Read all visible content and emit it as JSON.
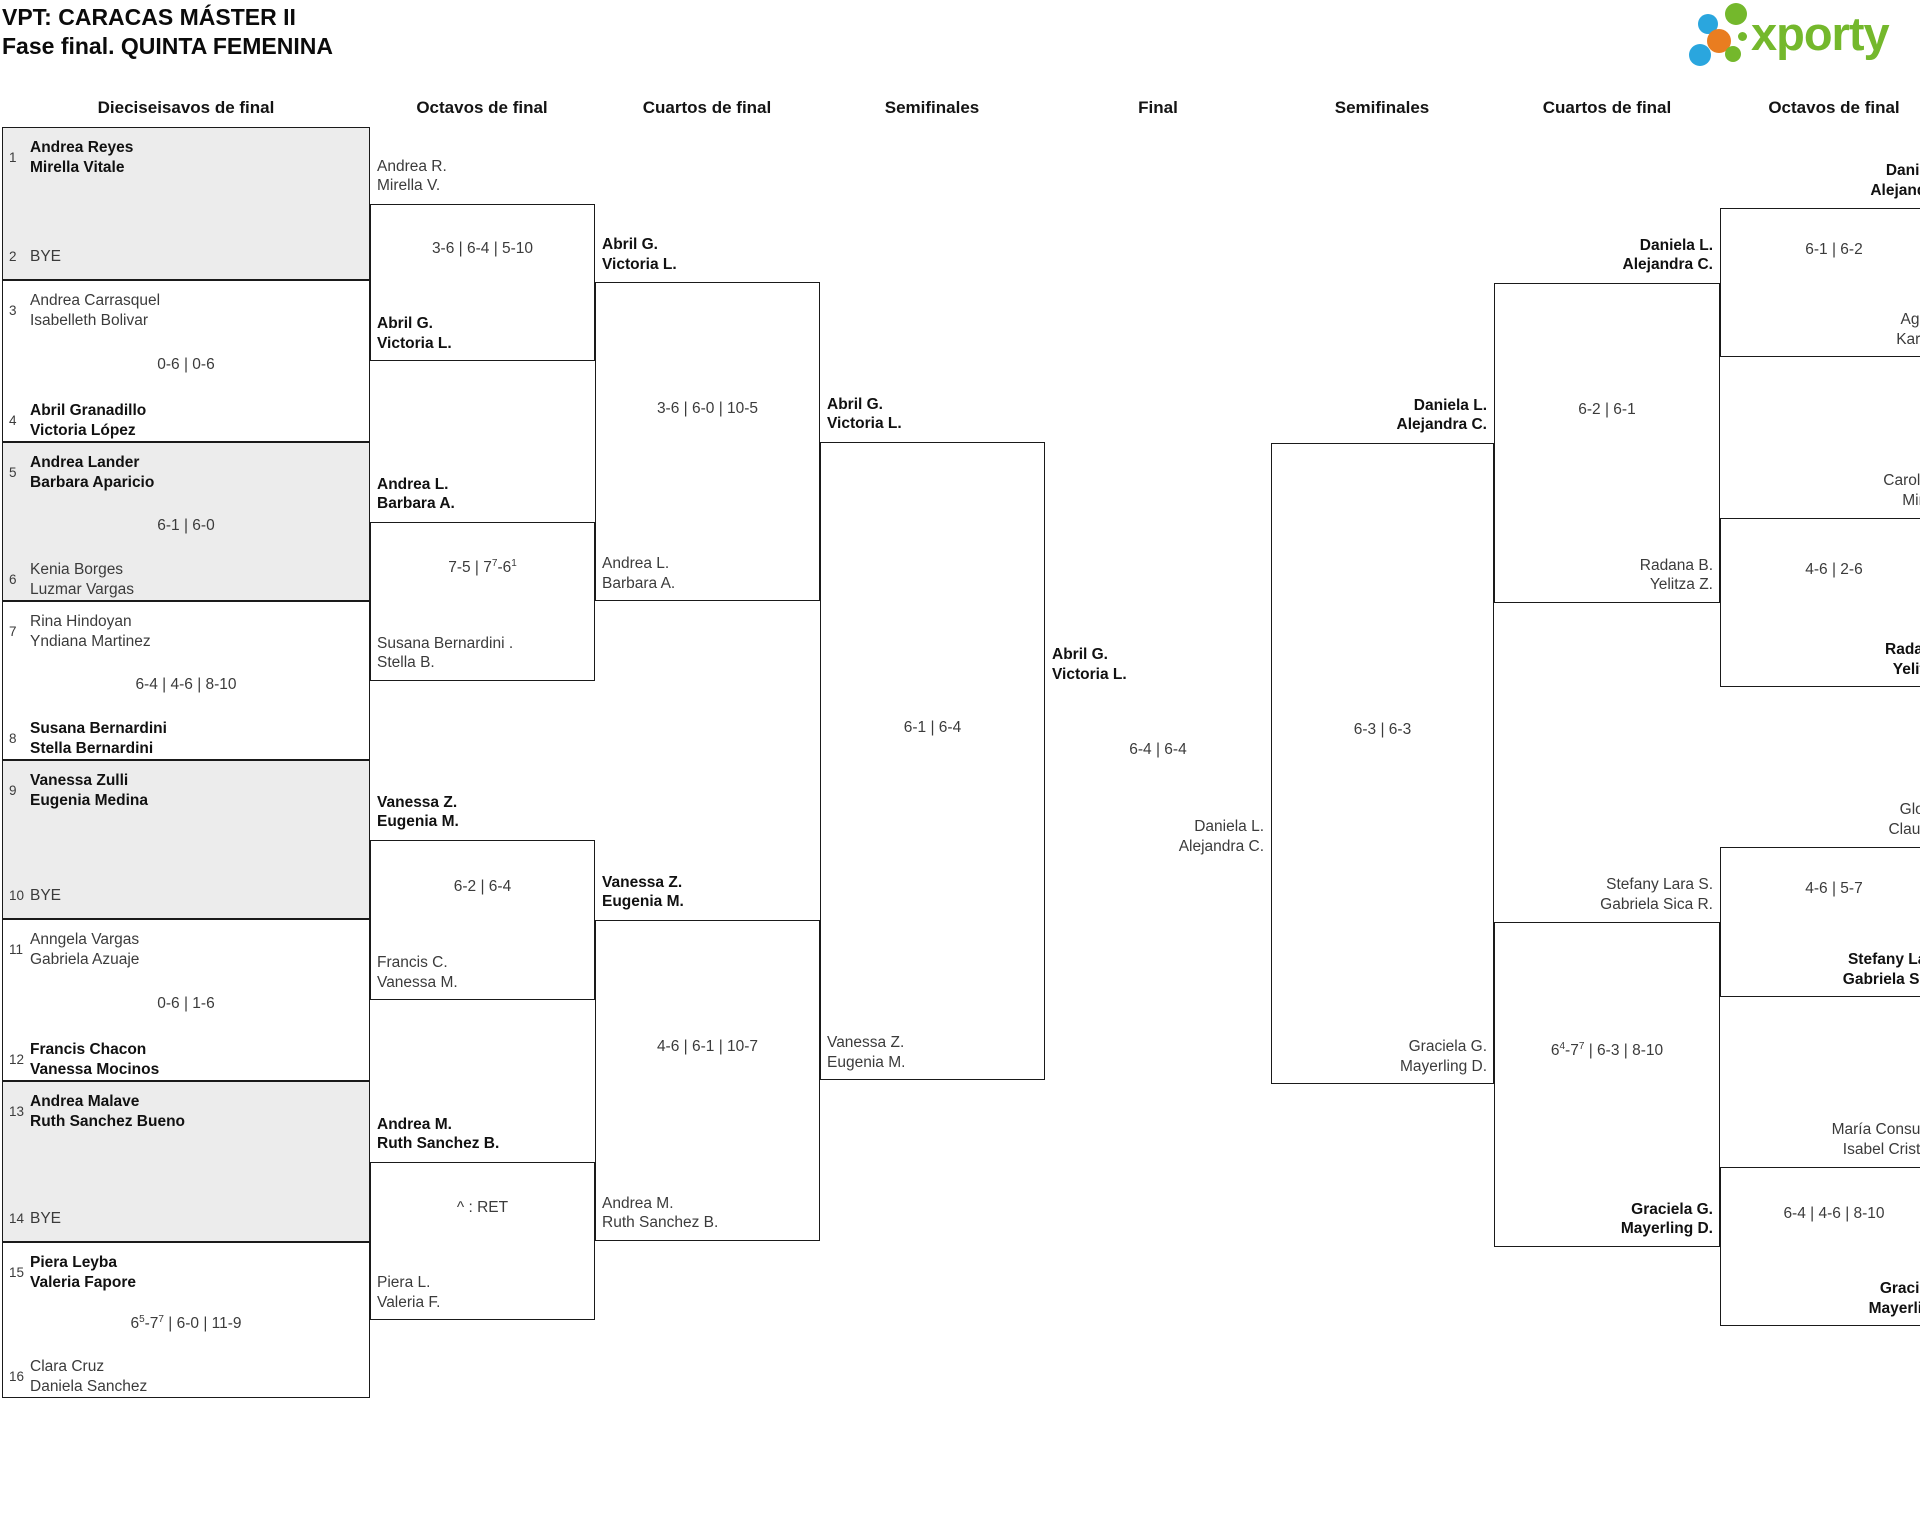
{
  "title": {
    "line1": "VPT: CARACAS MÁSTER II",
    "line2": "Fase final. QUINTA FEMENINA"
  },
  "logo": {
    "text": "xporty"
  },
  "colors": {
    "green": "#74b82c",
    "blue": "#2aa6de",
    "orange": "#e97d20",
    "shade": "#ececec",
    "line": "#1a1a1a"
  },
  "rounds": [
    "Dieciseisavos de final",
    "Octavos de final",
    "Cuartos de final",
    "Semifinales",
    "Final",
    "Semifinales",
    "Cuartos de final",
    "Octavos de final"
  ],
  "round_of_16": [
    {
      "seed_a": "1",
      "team_a": [
        "Andrea Reyes",
        "Mirella Vitale"
      ],
      "winner_a": true,
      "seed_b": "2",
      "team_b": [
        "BYE"
      ],
      "winner_b": false,
      "score": "",
      "shaded": true
    },
    {
      "seed_a": "3",
      "team_a": [
        "Andrea Carrasquel",
        "Isabelleth Bolivar"
      ],
      "winner_a": false,
      "seed_b": "4",
      "team_b": [
        "Abril Granadillo",
        "Victoria López"
      ],
      "winner_b": true,
      "score": "0-6 | 0-6",
      "shaded": false
    },
    {
      "seed_a": "5",
      "team_a": [
        "Andrea Lander",
        "Barbara Aparicio"
      ],
      "winner_a": true,
      "seed_b": "6",
      "team_b": [
        "Kenia Borges",
        "Luzmar Vargas"
      ],
      "winner_b": false,
      "score": "6-1 | 6-0",
      "shaded": true
    },
    {
      "seed_a": "7",
      "team_a": [
        "Rina Hindoyan",
        "Yndiana Martinez"
      ],
      "winner_a": false,
      "seed_b": "8",
      "team_b": [
        "Susana Bernardini",
        "Stella Bernardini"
      ],
      "winner_b": true,
      "score": "6-4 | 4-6 | 8-10",
      "shaded": false
    },
    {
      "seed_a": "9",
      "team_a": [
        "Vanessa Zulli",
        "Eugenia Medina"
      ],
      "winner_a": true,
      "seed_b": "10",
      "team_b": [
        "BYE"
      ],
      "winner_b": false,
      "score": "",
      "shaded": true
    },
    {
      "seed_a": "11",
      "team_a": [
        "Anngela Vargas",
        "Gabriela Azuaje"
      ],
      "winner_a": false,
      "seed_b": "12",
      "team_b": [
        "Francis Chacon",
        "Vanessa Mocinos"
      ],
      "winner_b": true,
      "score": "0-6 | 1-6",
      "shaded": false
    },
    {
      "seed_a": "13",
      "team_a": [
        "Andrea Malave",
        "Ruth Sanchez Bueno"
      ],
      "winner_a": true,
      "seed_b": "14",
      "team_b": [
        "BYE"
      ],
      "winner_b": false,
      "score": "",
      "shaded": true
    },
    {
      "seed_a": "15",
      "team_a": [
        "Piera Leyba",
        "Valeria Fapore"
      ],
      "winner_a": true,
      "seed_b": "16",
      "team_b": [
        "Clara Cruz",
        "Daniela Sanchez"
      ],
      "winner_b": false,
      "score": "6^5-7^7 | 6-0 | 11-9",
      "shaded": false
    }
  ],
  "octavos_left": [
    {
      "team_a": [
        "Andrea R.",
        "Mirella V."
      ],
      "winner_a": false,
      "team_b": [
        "Abril G.",
        "Victoria L."
      ],
      "winner_b": true,
      "score": "3-6 | 6-4 | 5-10"
    },
    {
      "team_a": [
        "Andrea L.",
        "Barbara A."
      ],
      "winner_a": true,
      "team_b": [
        "Susana Bernardini .",
        "Stella B."
      ],
      "winner_b": false,
      "score": "7-5 | 7^7-6^1"
    },
    {
      "team_a": [
        "Vanessa Z.",
        "Eugenia M."
      ],
      "winner_a": true,
      "team_b": [
        "Francis C.",
        "Vanessa M."
      ],
      "winner_b": false,
      "score": "6-2 | 6-4"
    },
    {
      "team_a": [
        "Andrea M.",
        "Ruth Sanchez B."
      ],
      "winner_a": true,
      "team_b": [
        "Piera L.",
        "Valeria F."
      ],
      "winner_b": false,
      "score": "^ : RET"
    }
  ],
  "cuartos_left": [
    {
      "team_a": [
        "Abril G.",
        "Victoria L."
      ],
      "winner_a": true,
      "team_b": [
        "Andrea L.",
        "Barbara A."
      ],
      "winner_b": false,
      "score": "3-6 | 6-0 | 10-5"
    },
    {
      "team_a": [
        "Vanessa Z.",
        "Eugenia M."
      ],
      "winner_a": true,
      "team_b": [
        "Andrea M.",
        "Ruth Sanchez B."
      ],
      "winner_b": false,
      "score": "4-6 | 6-1 | 10-7"
    }
  ],
  "semifinal_left": {
    "team_a": [
      "Abril G.",
      "Victoria L."
    ],
    "winner_a": true,
    "team_b": [
      "Vanessa Z.",
      "Eugenia M."
    ],
    "winner_b": false,
    "score": "6-1 | 6-4"
  },
  "final": {
    "winner": [
      "Abril G.",
      "Victoria L."
    ],
    "loser": [
      "Daniela L.",
      "Alejandra C."
    ],
    "score": "6-4 | 6-4"
  },
  "semifinal_right": {
    "team_a": [
      "Daniela L.",
      "Alejandra C."
    ],
    "winner_a": true,
    "team_b": [
      "Graciela G.",
      "Mayerling D."
    ],
    "winner_b": false,
    "score": "6-3 | 6-3"
  },
  "cuartos_right": [
    {
      "team_a": [
        "Daniela L.",
        "Alejandra C."
      ],
      "winner_a": true,
      "team_b": [
        "Radana B.",
        "Yelitza Z."
      ],
      "winner_b": false,
      "score": "6-2 | 6-1"
    },
    {
      "team_a": [
        "Stefany Lara S.",
        "Gabriela Sica R."
      ],
      "winner_a": false,
      "team_b": [
        "Graciela G.",
        "Mayerling D."
      ],
      "winner_b": true,
      "score": "6^4-7^7 | 6-3 | 8-10"
    }
  ],
  "octavos_right": [
    {
      "team_a": [
        "Daniela",
        "Alejandra"
      ],
      "winner_a": true,
      "team_b": [
        "Agata",
        "Karina"
      ],
      "winner_b": false,
      "score": "6-1 | 6-2"
    },
    {
      "team_a": [
        "Carolina",
        "Miren"
      ],
      "winner_a": false,
      "team_b": [
        "Radana",
        "Yelitza"
      ],
      "winner_b": true,
      "score": "4-6 | 2-6"
    },
    {
      "team_a": [
        "Gloria",
        "Claudia"
      ],
      "winner_a": false,
      "team_b": [
        "Stefany Lara",
        "Gabriela Sica"
      ],
      "winner_b": true,
      "score": "4-6 | 5-7"
    },
    {
      "team_a": [
        "María Consuelo",
        "Isabel Cristina"
      ],
      "winner_a": false,
      "team_b": [
        "Graciela",
        "Mayerling"
      ],
      "winner_b": true,
      "score": "6-4 | 4-6 | 8-10"
    }
  ]
}
